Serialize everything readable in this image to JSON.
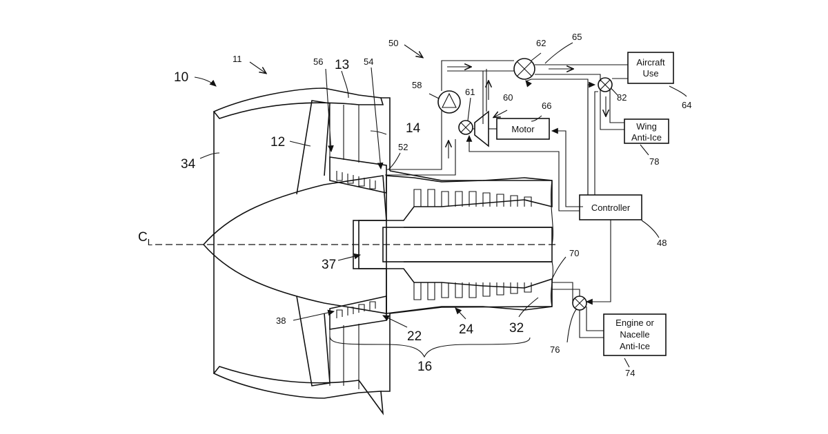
{
  "diagram": {
    "ref_labels": {
      "engine_10": "10",
      "label_11": "11",
      "label_12": "12",
      "label_13": "13",
      "label_14": "14",
      "label_16": "16",
      "label_22": "22",
      "label_24": "24",
      "label_32": "32",
      "label_34": "34",
      "label_37": "37",
      "label_38": "38",
      "label_48": "48",
      "label_50": "50",
      "label_52": "52",
      "label_54": "54",
      "label_56": "56",
      "label_58": "58",
      "label_60": "60",
      "label_61": "61",
      "label_62": "62",
      "label_64": "64",
      "label_65": "65",
      "label_66": "66",
      "label_70": "70",
      "label_74": "74",
      "label_76": "76",
      "label_78": "78",
      "label_82": "82",
      "centerline_c": "C",
      "centerline_sub": "L"
    },
    "boxes": {
      "aircraft_use_line1": "Aircraft",
      "aircraft_use_line2": "Use",
      "wing_anti_ice_line1": "Wing",
      "wing_anti_ice_line2": "Anti-Ice",
      "motor": "Motor",
      "controller": "Controller",
      "engine_nacelle_line1": "Engine or",
      "engine_nacelle_line2": "Nacelle",
      "engine_nacelle_line3": "Anti-Ice"
    }
  }
}
